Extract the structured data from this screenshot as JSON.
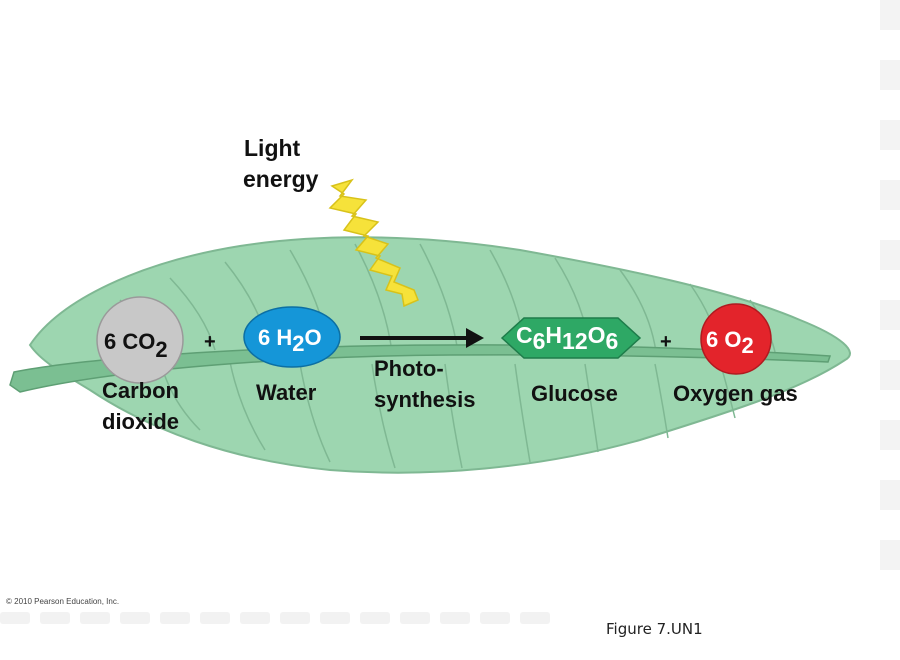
{
  "diagram": {
    "light_label_line1": "Light",
    "light_label_line2": "energy",
    "co2_coef": "6 CO",
    "co2_sub": "2",
    "plus": "+",
    "h2o_text": "6 H",
    "h2o_sub": "2",
    "h2o_tail": "O",
    "glucose_c": "C",
    "glucose_sub1": "6",
    "glucose_h": "H",
    "glucose_sub2": "12",
    "glucose_o": "O",
    "glucose_sub3": "6",
    "o2_text": "6 O",
    "o2_sub": "2",
    "label_co2_line1": "Carbon",
    "label_co2_line2": "dioxide",
    "label_water": "Water",
    "label_photo_line1": "Photo-",
    "label_photo_line2": "synthesis",
    "label_glucose": "Glucose",
    "label_oxygen": "Oxygen gas"
  },
  "colors": {
    "leaf": "#9dd6b0",
    "leaf_edge": "#7fb893",
    "co2": "#c8c8c8",
    "water": "#1596d8",
    "glucose": "#2ea865",
    "oxygen": "#e3242b",
    "lightning": "#f6e23a"
  },
  "footer": {
    "copyright": "© 2010 Pearson Education, Inc.",
    "caption": "Figure 7.UN1"
  }
}
